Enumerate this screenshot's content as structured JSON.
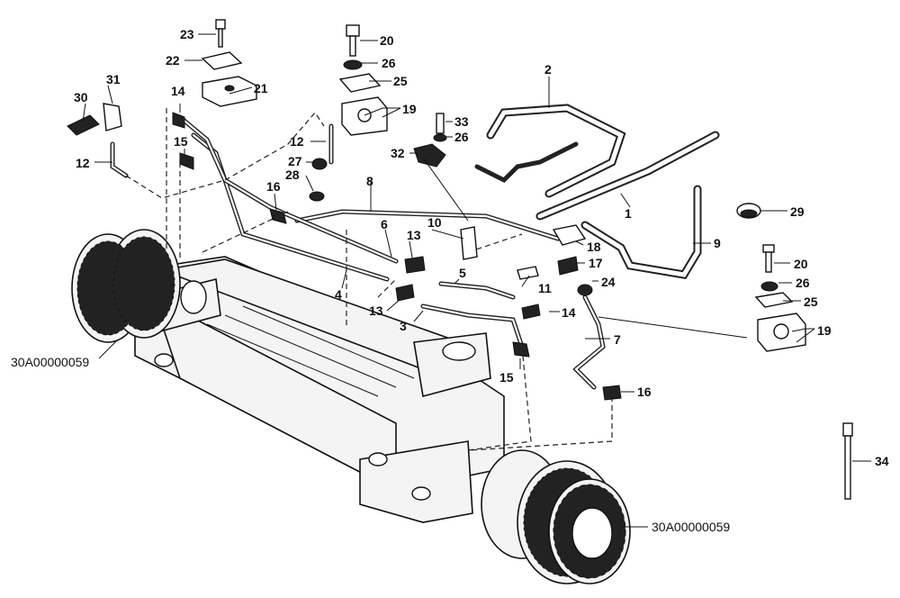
{
  "callouts": [
    {
      "id": "c1",
      "text": "1"
    },
    {
      "id": "c2",
      "text": "2"
    },
    {
      "id": "c3",
      "text": "3"
    },
    {
      "id": "c4",
      "text": "4"
    },
    {
      "id": "c5",
      "text": "5"
    },
    {
      "id": "c6",
      "text": "6"
    },
    {
      "id": "c7",
      "text": "7"
    },
    {
      "id": "c8",
      "text": "8"
    },
    {
      "id": "c9",
      "text": "9"
    },
    {
      "id": "c10",
      "text": "10"
    },
    {
      "id": "c11",
      "text": "11"
    },
    {
      "id": "c12a",
      "text": "12"
    },
    {
      "id": "c12b",
      "text": "12"
    },
    {
      "id": "c13a",
      "text": "13"
    },
    {
      "id": "c13b",
      "text": "13"
    },
    {
      "id": "c14a",
      "text": "14"
    },
    {
      "id": "c14b",
      "text": "14"
    },
    {
      "id": "c15a",
      "text": "15"
    },
    {
      "id": "c15b",
      "text": "15"
    },
    {
      "id": "c16a",
      "text": "16"
    },
    {
      "id": "c16b",
      "text": "16"
    },
    {
      "id": "c17",
      "text": "17"
    },
    {
      "id": "c18",
      "text": "18"
    },
    {
      "id": "c19a",
      "text": "19"
    },
    {
      "id": "c19b",
      "text": "19"
    },
    {
      "id": "c20a",
      "text": "20"
    },
    {
      "id": "c20b",
      "text": "20"
    },
    {
      "id": "c21",
      "text": "21"
    },
    {
      "id": "c22",
      "text": "22"
    },
    {
      "id": "c23",
      "text": "23"
    },
    {
      "id": "c24",
      "text": "24"
    },
    {
      "id": "c25a",
      "text": "25"
    },
    {
      "id": "c25b",
      "text": "25"
    },
    {
      "id": "c26a",
      "text": "26"
    },
    {
      "id": "c26b",
      "text": "26"
    },
    {
      "id": "c26c",
      "text": "26"
    },
    {
      "id": "c27",
      "text": "27"
    },
    {
      "id": "c28",
      "text": "28"
    },
    {
      "id": "c29",
      "text": "29"
    },
    {
      "id": "c30",
      "text": "30"
    },
    {
      "id": "c31",
      "text": "31"
    },
    {
      "id": "c32",
      "text": "32"
    },
    {
      "id": "c33",
      "text": "33"
    },
    {
      "id": "c34",
      "text": "34"
    }
  ],
  "references": [
    {
      "id": "r1",
      "text": "30A00000059"
    },
    {
      "id": "r2",
      "text": "30A00000059"
    }
  ]
}
